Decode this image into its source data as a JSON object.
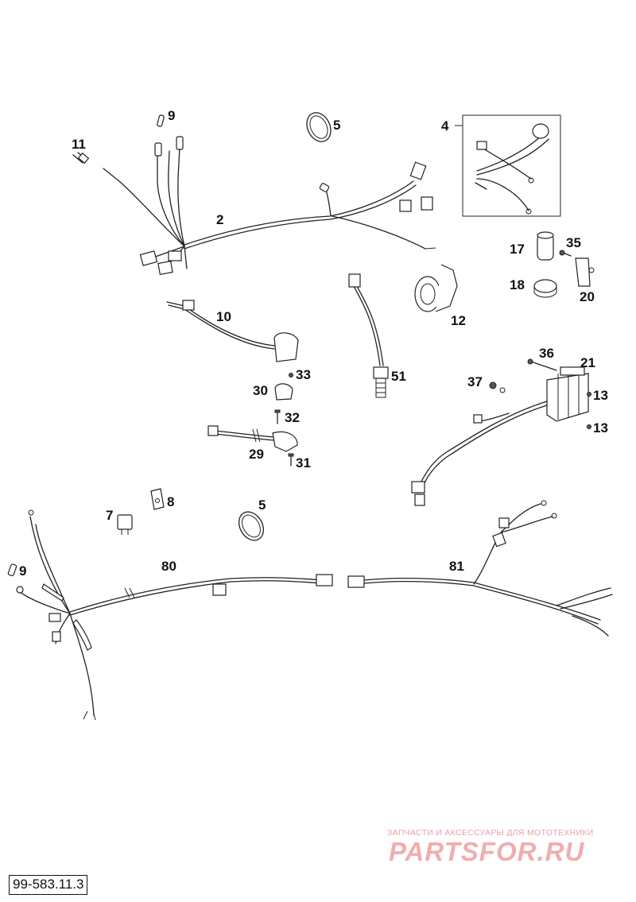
{
  "diagram": {
    "reference": "99-583.11.3",
    "watermark": {
      "subtitle": "ЗАПЧАСТИ И АКСЕССУАРЫ ДЛЯ МОТОТЕХНИКИ",
      "logo_text": "PARTSFOR.RU",
      "color": "#e36b6b"
    },
    "callouts": [
      {
        "id": "c2",
        "label": "2"
      },
      {
        "id": "c4",
        "label": "4"
      },
      {
        "id": "c5a",
        "label": "5"
      },
      {
        "id": "c5b",
        "label": "5"
      },
      {
        "id": "c7",
        "label": "7"
      },
      {
        "id": "c8",
        "label": "8"
      },
      {
        "id": "c9a",
        "label": "9"
      },
      {
        "id": "c9b",
        "label": "9"
      },
      {
        "id": "c10",
        "label": "10"
      },
      {
        "id": "c11",
        "label": "11"
      },
      {
        "id": "c12",
        "label": "12"
      },
      {
        "id": "c13a",
        "label": "13"
      },
      {
        "id": "c13b",
        "label": "13"
      },
      {
        "id": "c17",
        "label": "17"
      },
      {
        "id": "c18",
        "label": "18"
      },
      {
        "id": "c20",
        "label": "20"
      },
      {
        "id": "c21",
        "label": "21"
      },
      {
        "id": "c29",
        "label": "29"
      },
      {
        "id": "c30",
        "label": "30"
      },
      {
        "id": "c31",
        "label": "31"
      },
      {
        "id": "c32",
        "label": "32"
      },
      {
        "id": "c33",
        "label": "33"
      },
      {
        "id": "c35",
        "label": "35"
      },
      {
        "id": "c36",
        "label": "36"
      },
      {
        "id": "c37",
        "label": "37"
      },
      {
        "id": "c51",
        "label": "51"
      },
      {
        "id": "c80",
        "label": "80"
      },
      {
        "id": "c81",
        "label": "81"
      }
    ]
  }
}
